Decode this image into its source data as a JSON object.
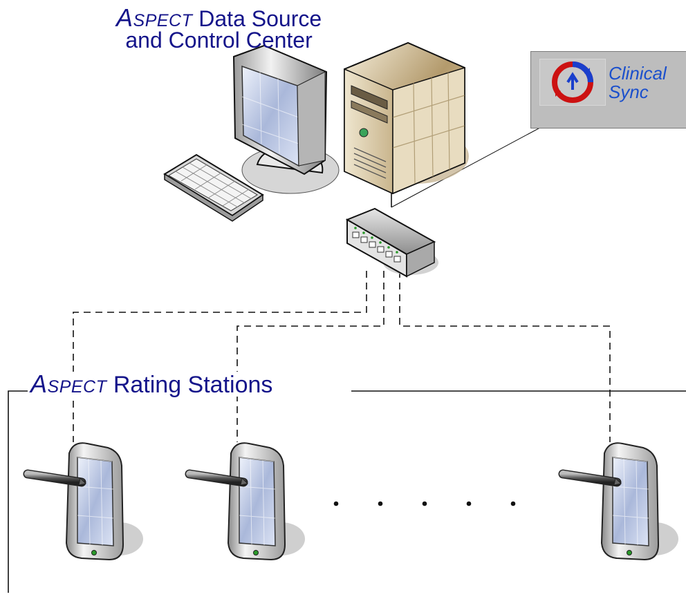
{
  "server_title": {
    "brand_initial": "A",
    "brand_rest": "SPECT",
    "line1_rest": " Data Source",
    "line2": "and Control Center"
  },
  "sync_callout": {
    "label": "Clinical Sync"
  },
  "stations_title": {
    "brand_initial": "A",
    "brand_rest": "SPECT",
    "rest": " Rating Stations"
  },
  "ellipsis": ". . . . ."
}
